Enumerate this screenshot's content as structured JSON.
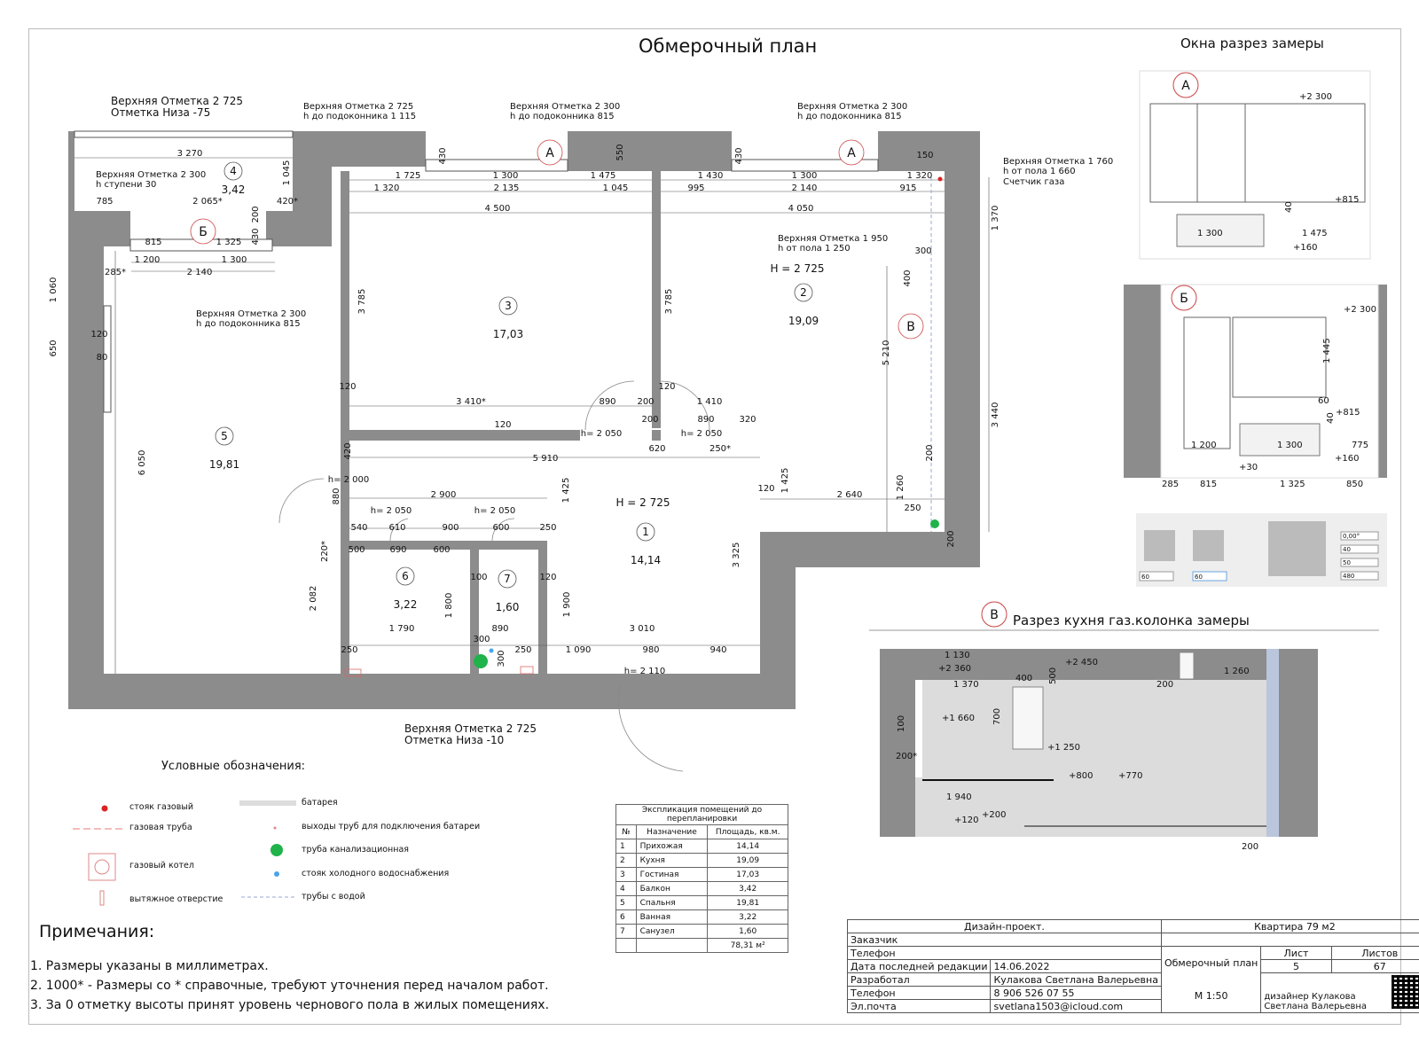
{
  "title": "Обмерочный план",
  "windows_title": "Окна разрез замеры",
  "kitchen_section_title": "Разрез кухня газ.колонка замеры",
  "rooms": [
    {
      "num": "1",
      "area": "14,14",
      "height": "H = 2 725"
    },
    {
      "num": "2",
      "area": "19,09",
      "height": "H = 2 725"
    },
    {
      "num": "3",
      "area": "17,03"
    },
    {
      "num": "4",
      "area": "3,42"
    },
    {
      "num": "5",
      "area": "19,81"
    },
    {
      "num": "6",
      "area": "3,22"
    },
    {
      "num": "7",
      "area": "1,60"
    }
  ],
  "callouts": {
    "balcony": [
      "Верхняя Отметка 2 725",
      "Отметка Низа      -75"
    ],
    "win_left": [
      "Верхняя Отметка 2 725",
      "h до подоконника  1 115"
    ],
    "win_mid": [
      "Верхняя Отметка 2 300",
      "h до подоконника  815"
    ],
    "win_right": [
      "Верхняя Отметка 2 300",
      "h до подоконника  815"
    ],
    "gas_meter": [
      "Верхняя Отметка 1 760",
      "h от пола              1 660",
      "Счетчик газа"
    ],
    "kitchen_box": [
      "Верхняя Отметка 1 950",
      "h от пола              1 250"
    ],
    "step": [
      "Верхняя Отметка 2 300",
      "h ступени            30"
    ],
    "bedroom_win": [
      "Верхняя Отметка 2 300",
      "h до подоконника  815"
    ],
    "bath": [
      "Верхняя Отметка 2 725",
      "Отметка Низа      -10"
    ]
  },
  "section_markers": {
    "a": "А",
    "b": "Б",
    "v": "В"
  },
  "dims": {
    "d3270": "3 270",
    "d785": "785",
    "d2065": "2 065*",
    "d420s": "420*",
    "d1045a": "1 045",
    "d1725": "1 725",
    "d1300a": "1 300",
    "d1475a": "1 475",
    "d1320a": "1 320",
    "d2135": "2 135",
    "d1045b": "1 045",
    "d1430": "1 430",
    "d1300b": "1 300",
    "d1320b": "1 320",
    "d995": "995",
    "d2140": "2 140",
    "d915": "915",
    "d4500": "4 500",
    "d4050": "4 050",
    "d3785a": "3 785",
    "d3785b": "3 785",
    "d5210": "5 210",
    "d815": "815",
    "d1325": "1 325",
    "d1200": "1 200",
    "d1300c": "1 300",
    "d285": "285*",
    "d2140b": "2 140",
    "d430a": "430",
    "d430b": "430",
    "d430c": "430",
    "d550": "550",
    "d150": "150",
    "d1370": "1 370",
    "d300a": "300",
    "d400a": "400",
    "d1060": "1 060",
    "d650": "650",
    "d120a": "120",
    "d80": "80",
    "d6050": "6 050",
    "d3410": "3 410*",
    "d890a": "890",
    "d200a": "200",
    "d120b": "120",
    "d120c": "120",
    "d1410": "1 410",
    "d120d": "120",
    "d890b": "890",
    "d320": "320",
    "d200b": "200",
    "d620": "620",
    "d250a": "250*",
    "d420b": "420",
    "d5910": "5 910",
    "h2050a": "h= 2 050",
    "h2050b": "h= 2 050",
    "h2000": "h= 2 000",
    "d880": "880",
    "d2900": "2 900",
    "d1425a": "1 425",
    "d1425b": "1 425",
    "d120e": "120",
    "d2640": "2 640",
    "d3440": "3 440",
    "d200c": "200",
    "d1260": "1 260",
    "d250b": "250",
    "d200d": "200",
    "h2050c": "h= 2 050",
    "h2050d": "h= 2 050",
    "d540": "540",
    "d610": "610",
    "d900": "900",
    "d600a": "600",
    "d250c": "250",
    "d220": "220*",
    "d500": "500",
    "d690": "690",
    "d600b": "600",
    "d100": "100",
    "d120f": "120",
    "d3325": "3 325",
    "d2082": "2 082",
    "d1800": "1 800",
    "d1900": "1 900",
    "d1790": "1 790",
    "d890c": "890",
    "d3010": "3 010",
    "d300b": "300",
    "d300c": "300",
    "d250d": "250",
    "d250e": "250",
    "d1090": "1 090",
    "d980": "980",
    "d940": "940",
    "h2110": "h= 2 110"
  },
  "window_a": {
    "top": "+2 300",
    "sill": "+815",
    "d1300": "1 300",
    "d1475": "1 475",
    "d40": "40",
    "d160": "+160"
  },
  "window_b": {
    "top": "+2 300",
    "d1445": "1 445",
    "d60": "60",
    "d40": "40",
    "d815": "+815",
    "d1200": "1 200",
    "d1300": "1 300",
    "d775": "775",
    "d160": "+160",
    "d30": "+30",
    "d285": "285",
    "dd815": "815",
    "d1325": "1 325",
    "d850": "850"
  },
  "settings_panel": {
    "v1": "60",
    "v2": "60",
    "r1": "0,00°",
    "r2": "40",
    "r3": "50",
    "r4": "480"
  },
  "kitchen": {
    "d1130": "1 130",
    "d2360": "+2 360",
    "d1370": "1 370",
    "d400": "400",
    "d500": "500",
    "d2450": "+2 450",
    "d200a": "200",
    "d1260": "1 260",
    "d1660": "+1 660",
    "d100": "100",
    "d700": "700",
    "d1250": "+1 250",
    "d200b": "200*",
    "d800": "+800",
    "d770": "+770",
    "d1940": "1 940",
    "d120": "+120",
    "d200c": "+200",
    "d200d": "200"
  },
  "legend": {
    "title": "Условные обозначения:",
    "items": [
      "стояк газовый",
      "газовая труба",
      "газовый котел",
      "вытяжное отверстие",
      "батарея",
      "выходы труб для подключения батареи",
      "труба канализационная",
      "стояк холодного водоснабжения",
      "трубы с водой"
    ]
  },
  "notes": {
    "title": "Примечания:",
    "lines": [
      "1. Размеры указаны в миллиметрах.",
      "2. 1000* - Размеры со * справочные, требуют уточнения перед началом работ.",
      "3. За 0 отметку высоты принят уровень чернового пола в жилых помещениях."
    ]
  },
  "explication": {
    "title": "Экспликация помещений до перепланировки",
    "headers": [
      "№",
      "Назначение",
      "Площадь, кв.м."
    ],
    "rows": [
      [
        "1",
        "Прихожая",
        "14,14"
      ],
      [
        "2",
        "Кухня",
        "19,09"
      ],
      [
        "3",
        "Гостиная",
        "17,03"
      ],
      [
        "4",
        "Балкон",
        "3,42"
      ],
      [
        "5",
        "Спальня",
        "19,81"
      ],
      [
        "6",
        "Ванная",
        "3,22"
      ],
      [
        "7",
        "Санузел",
        "1,60"
      ]
    ],
    "total": "78,31 м²"
  },
  "stamp": {
    "project": "Дизайн-проект.",
    "apartment": "Квартира 79 м2",
    "customer": "Заказчик",
    "phone_label": "Телефон",
    "last_edit_label": "Дата последней редакции",
    "last_edit": "14.06.2022",
    "developer_label": "Разработал",
    "developer": "Кулакова Светлана Валерьевна",
    "phone2_label": "Телефон",
    "phone": "8 906 526 07 55",
    "email_label": "Эл.почта",
    "email": "svetlana1503@icloud.com",
    "sheet_name": "Обмерочный план",
    "scale": "М 1:50",
    "sheet_label": "Лист",
    "sheets_label": "Листов",
    "sheet": "5",
    "sheets": "67",
    "designer": "дизайнер Кулакова Светлана Валерьевна"
  }
}
